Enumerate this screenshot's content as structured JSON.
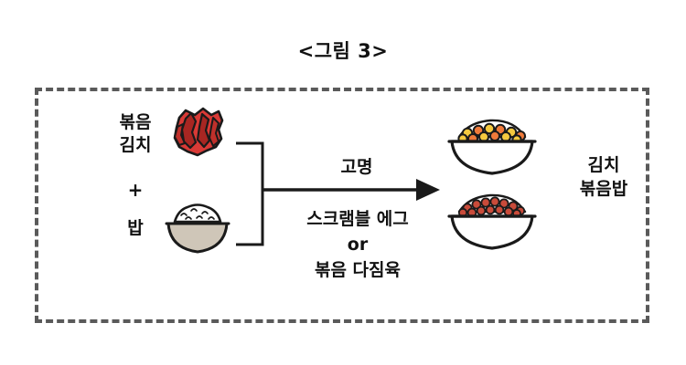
{
  "title": "<그림 3>",
  "labels": {
    "kimchi": "볶음\n김치",
    "plus": "+",
    "rice": "밥",
    "topping": "고명",
    "egg_or_meat": "스크램블 에그\nor\n볶음 다짐육",
    "result": "김치\n볶음밥"
  },
  "icons": {
    "kimchi": "kimchi-icon",
    "rice_bowl": "rice-bowl-icon",
    "bowl_top": "kimchi-fried-rice-bowl-top-icon",
    "bowl_bottom": "kimchi-fried-rice-bowl-bottom-icon",
    "arrow": "right-arrow-icon",
    "bracket": "bracket-connector-icon"
  },
  "colors": {
    "outline": "#1a1a1a",
    "frame_dash": "#5a5a5a",
    "kimchi_red": "#d93a36",
    "kimchi_dark": "#a82622",
    "rice_bowl_fill": "#cfc6b8",
    "egg_yellow": "#f5c93f",
    "egg_orange": "#ef7a3a",
    "meat_red": "#c94b3a",
    "background": "#ffffff"
  }
}
